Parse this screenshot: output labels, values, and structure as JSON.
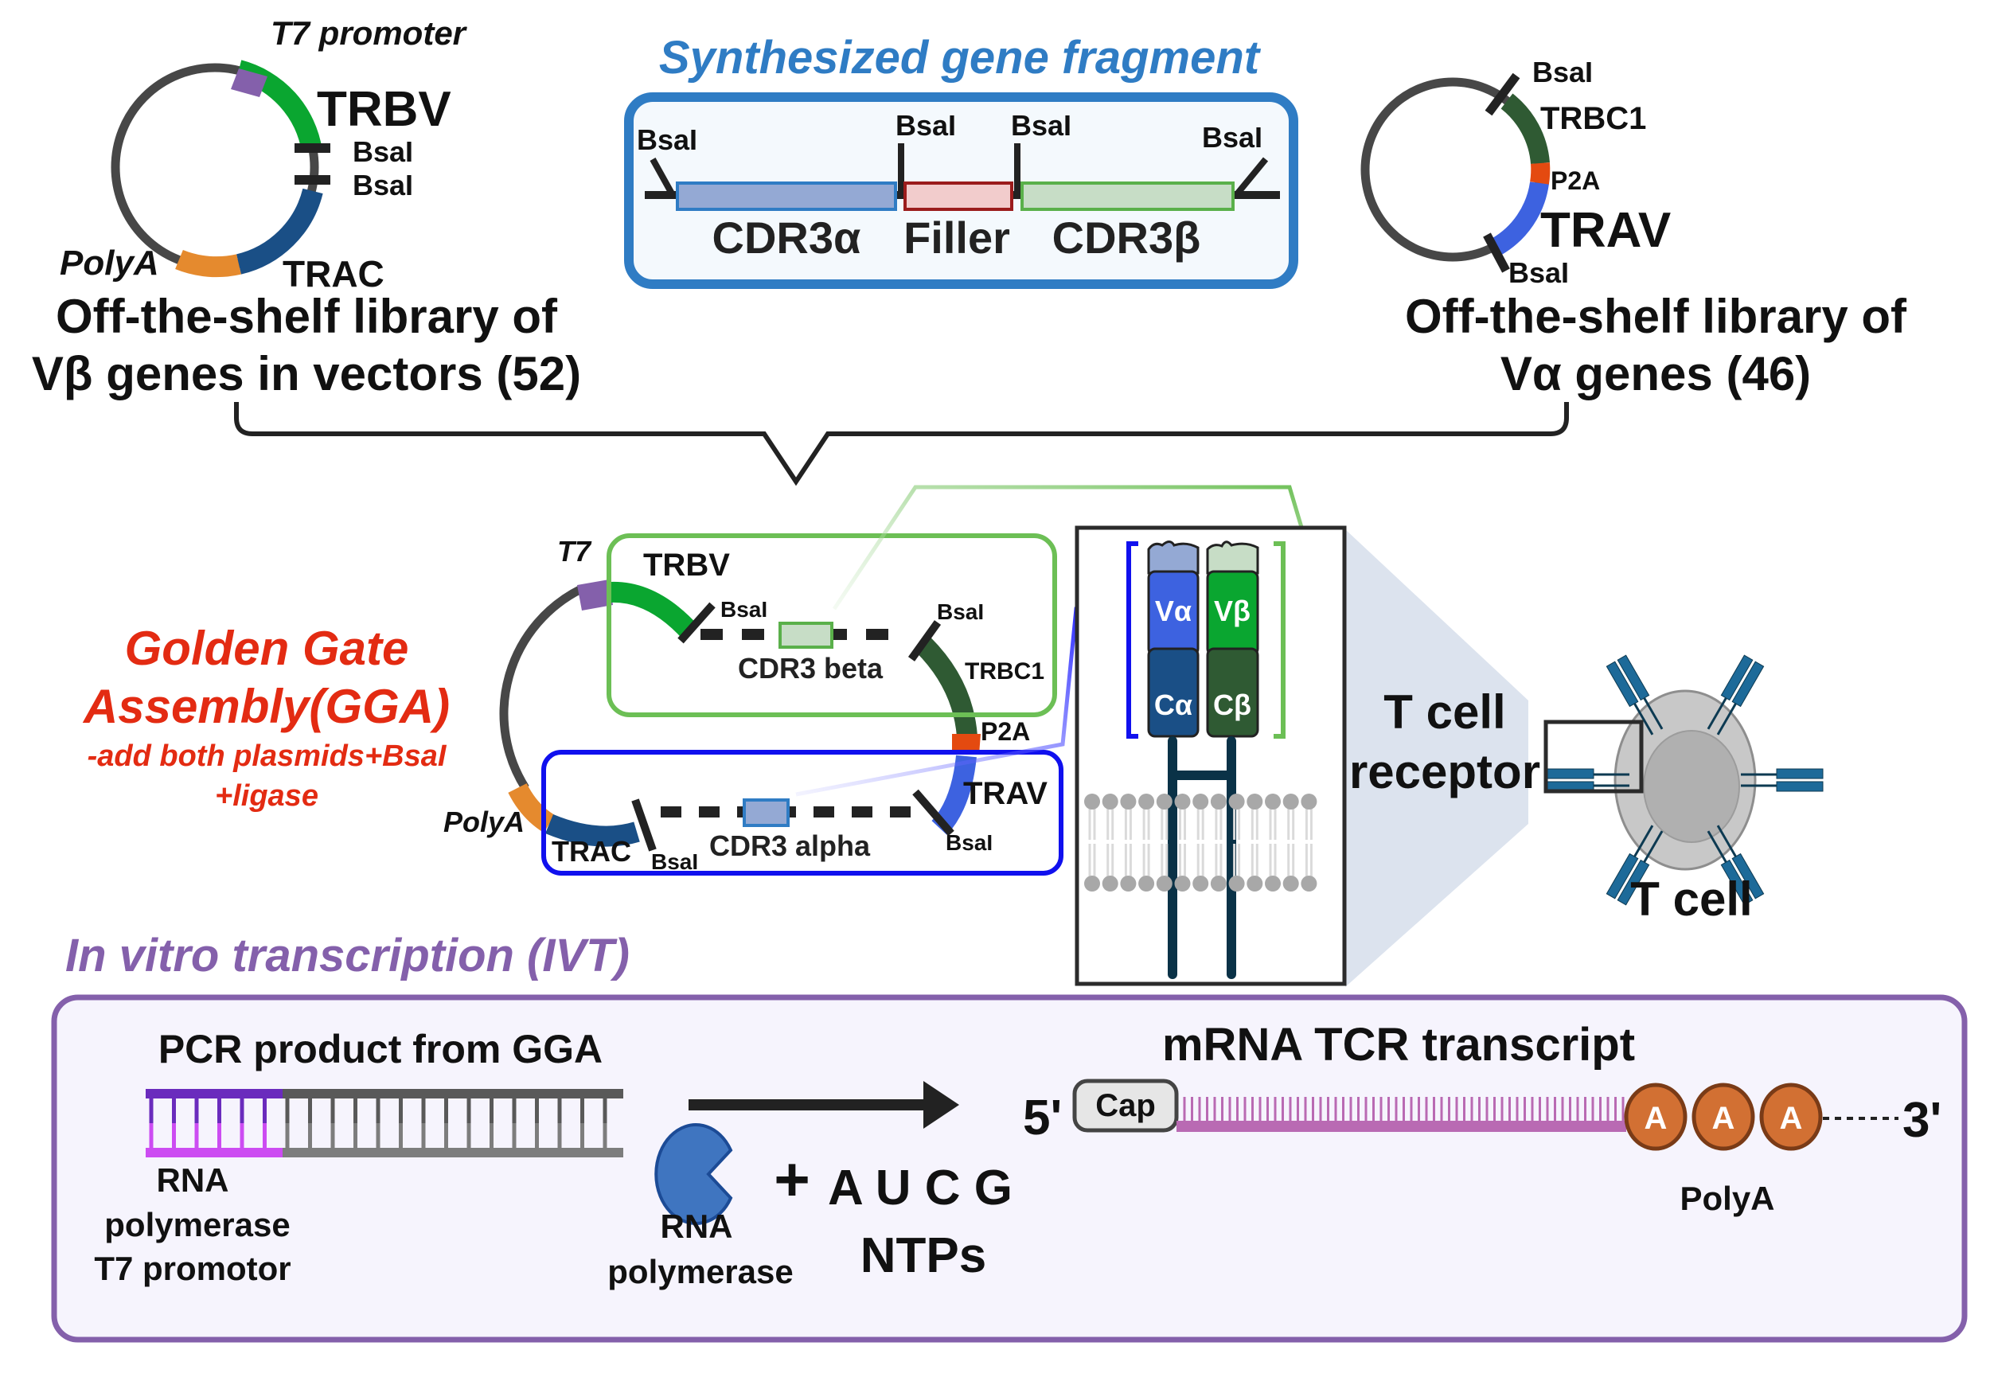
{
  "top": {
    "left_plasmid": {
      "promoter_label": "T7 promoter",
      "gene_label": "TRBV",
      "site1_label": "BsaI",
      "site2_label": "BsaI",
      "polya_label": "PolyA",
      "const_label": "TRAC",
      "caption_line1": "Off-the-shelf library of",
      "caption_line2": "Vβ genes in vectors (52)"
    },
    "fragment": {
      "title": "Synthesized gene fragment",
      "site_labels": [
        "BsaI",
        "BsaI",
        "BsaI",
        "BsaI"
      ],
      "segments": [
        "CDR3α",
        "Filler",
        "CDR3β"
      ]
    },
    "right_plasmid": {
      "site_top_label": "BsaI",
      "const_label": "TRBC1",
      "p2a_label": "P2A",
      "gene_label": "TRAV",
      "site_bottom_label": "BsaI",
      "caption_line1": "Off-the-shelf library of",
      "caption_line2": "Vα genes (46)"
    }
  },
  "gga": {
    "title_line1": "Golden Gate",
    "title_line2": "Assembly(GGA)",
    "note_line1": "-add both plasmids+BsaI",
    "note_line2": "+ligase",
    "t7_label": "T7",
    "polya_label": "PolyA",
    "beta_box": {
      "gene_label": "TRBV",
      "site1_label": "BsaI",
      "site2_label": "BsaI",
      "cdr3_label": "CDR3 beta",
      "const_label": "TRBC1"
    },
    "p2a_label": "P2A",
    "alpha_box": {
      "const_label": "TRAC",
      "site1_label": "BsaI",
      "cdr3_label": "CDR3 alpha",
      "gene_label": "TRAV",
      "site2_label": "BsaI"
    }
  },
  "tcr": {
    "va_label": "Vα",
    "vb_label": "Vβ",
    "ca_label": "Cα",
    "cb_label": "Cβ",
    "receptor_line1": "T cell",
    "receptor_line2": "receptor",
    "cell_label": "T cell"
  },
  "ivt": {
    "title": "In vitro transcription (IVT)",
    "pcr_title": "PCR product from GGA",
    "promoter_line1": "RNA",
    "promoter_line2": "polymerase",
    "promoter_line3": "T7 promotor",
    "enzyme_line1": "RNA",
    "enzyme_line2": "polymerase",
    "plus": "+",
    "ntp_letters": "A U C G",
    "ntp_label": "NTPs",
    "mrna_title": "mRNA TCR transcript",
    "five_prime": "5'",
    "cap_label": "Cap",
    "polya_beads": [
      "A",
      "A",
      "A"
    ],
    "three_prime": "3'",
    "polya_label": "PolyA"
  },
  "colors": {
    "trbv": "#0aa630",
    "trbc": "#2f5a33",
    "trav": "#3d62e0",
    "trac": "#1a4f86",
    "polya": "#e58a2e",
    "t7": "#8460ab",
    "p2a": "#e44a10",
    "fragment_border": "#2f7cc4",
    "gga_red": "#e32b12",
    "ivt_purple": "#8460ab"
  }
}
